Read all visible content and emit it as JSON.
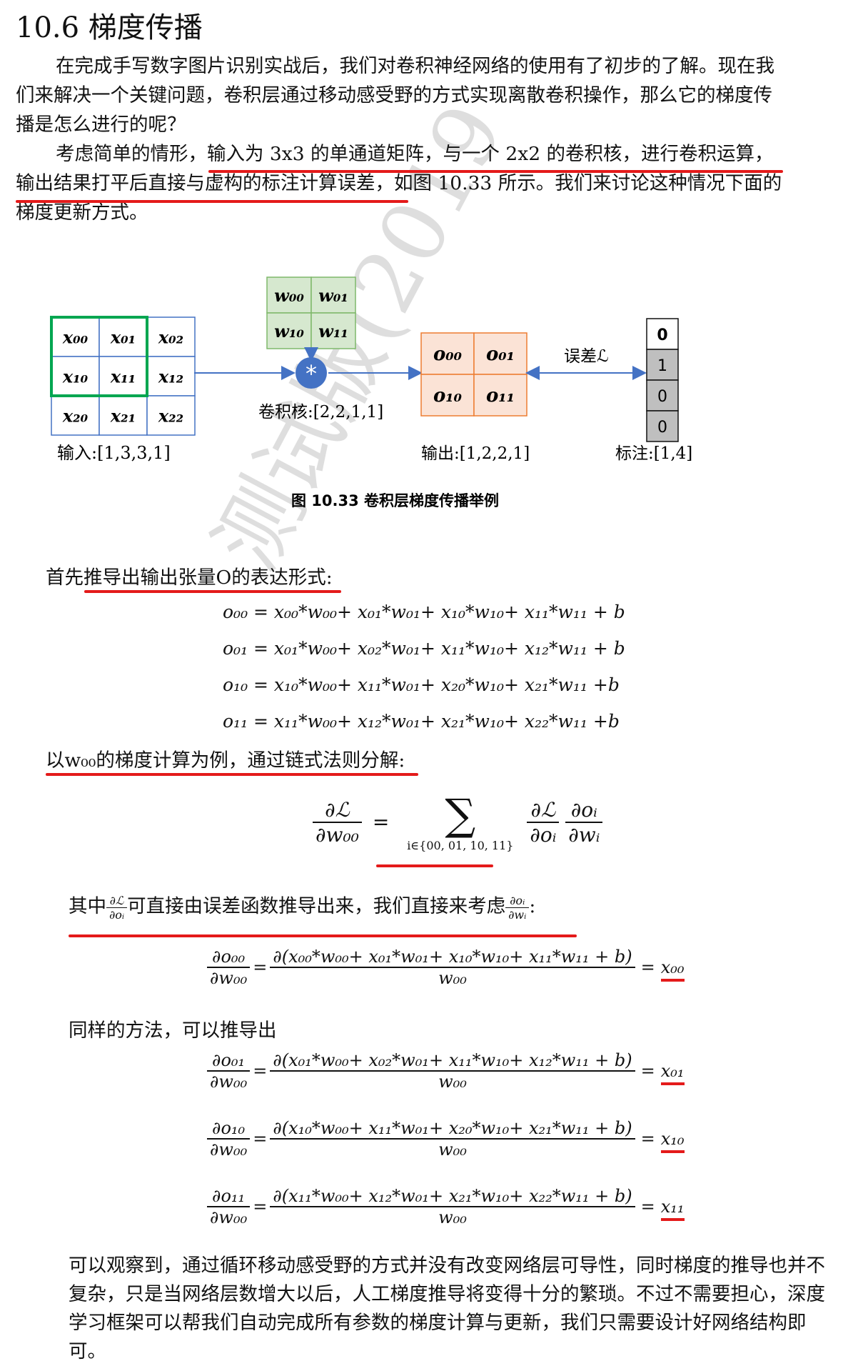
{
  "heading": "10.6 梯度传播",
  "paragraphs": {
    "p1": "在完成手写数字图片识别实战后，我们对卷积神经网络的使用有了初步的了解。现在我们来解决一个关键问题，卷积层通过移动感受野的方式实现离散卷积操作，那么它的梯度传播是怎么进行的呢？",
    "p2a": "考虑简单的情形，",
    "p2b": "输入为 3x3 的单通道矩阵，与一个 2x2 的卷积核，进行卷积运算，",
    "p2c": "输出结果打平后直接与虚构的标注计算误差，",
    "p2d": "如图 10.33 所示。我们来讨论这种情况下面的梯度更新方式。"
  },
  "figure": {
    "input_cells": [
      [
        "x00",
        "x01",
        "x02"
      ],
      [
        "x10",
        "x11",
        "x12"
      ],
      [
        "x20",
        "x21",
        "x22"
      ]
    ],
    "kernel_cells": [
      [
        "w00",
        "w01"
      ],
      [
        "w10",
        "w11"
      ]
    ],
    "conv_symbol": "*",
    "output_cells": [
      [
        "o00",
        "o01"
      ],
      [
        "o10",
        "o11"
      ]
    ],
    "label_values": [
      "0",
      "1",
      "0",
      "0"
    ],
    "input_label": "输入:[1,3,3,1]",
    "kernel_label": "卷积核:[2,2,1,1]",
    "output_label": "输出:[1,2,2,1]",
    "label_label": "标注:[1,4]",
    "error_label": "误差ℒ",
    "caption": "图 10.33  卷积层梯度传播举例",
    "colors": {
      "input_border": "#4472c4",
      "green": "#00a650",
      "kernel_fill": "#d6e8cf",
      "output_fill": "#fbe3d6",
      "output_border": "#ed7d31",
      "label_fill": "#bfbfbf",
      "arrow": "#4472c4"
    }
  },
  "derivation": {
    "intro": "首先推导出输出张量O的表达形式:",
    "eq_lines": [
      "o₀₀ = x₀₀*w₀₀+  x₀₁*w₀₁+  x₁₀*w₁₀+  x₁₁*w₁₁ + b",
      "o₀₁ = x₀₁*w₀₀+  x₀₂*w₀₁+  x₁₁*w₁₀+  x₁₂*w₁₁ + b",
      "o₁₀ = x₁₀*w₀₀+  x₁₁*w₀₁+  x₂₀*w₁₀+  x₂₁*w₁₁  +b",
      "o₁₁ = x₁₁*w₀₀+  x₁₂*w₀₁+  x₂₁*w₁₀+  x₂₂*w₁₁  +b"
    ],
    "chain_intro": "以w₀₀的梯度计算为例，通过链式法则分解:",
    "chain_lhs_num": "∂ℒ",
    "chain_lhs_den": "∂w₀₀",
    "chain_sum_sub": "i∈{00, 01, 10, 11}",
    "chain_r1_num": "∂ℒ",
    "chain_r1_den": "∂oᵢ",
    "chain_r2_num": "∂oᵢ",
    "chain_r2_den": "∂wᵢ",
    "direct_a": "其中",
    "direct_b": "可直接由误差函数推导出来，我们直接来考虑",
    "direct_f1_num": "∂ℒ",
    "direct_f1_den": "∂oᵢ",
    "direct_f2_num": "∂oᵢ",
    "direct_f2_den": "∂wᵢ",
    "same_method": "同样的方法，可以推导出",
    "grads": [
      {
        "lhs_num": "∂o₀₀",
        "rhs_num": "∂(x₀₀*w₀₀+ x₀₁*w₀₁+ x₁₀*w₁₀+ x₁₁*w₁₁ + b)",
        "result": "x₀₀"
      },
      {
        "lhs_num": "∂o₀₁",
        "rhs_num": "∂(x₀₁*w₀₀+ x₀₂*w₀₁+ x₁₁*w₁₀+ x₁₂*w₁₁ + b)",
        "result": "x₀₁"
      },
      {
        "lhs_num": "∂o₁₀",
        "rhs_num": "∂(x₁₀*w₀₀+ x₁₁*w₀₁+ x₂₀*w₁₀+ x₂₁*w₁₁ + b)",
        "result": "x₁₀"
      },
      {
        "lhs_num": "∂o₁₁",
        "rhs_num": "∂(x₁₁*w₀₀+ x₁₂*w₀₁+ x₂₁*w₁₀+ x₂₂*w₁₁ + b)",
        "result": "x₁₁"
      }
    ],
    "grad_lhs_den": "∂w₀₀",
    "grad_rhs_den": "w₀₀"
  },
  "closing": "可以观察到，通过循环移动感受野的方式并没有改变网络层可导性，同时梯度的推导也并不复杂，只是当网络层数增大以后，人工梯度推导将变得十分的繁琐。不过不需要担心，深度学习框架可以帮我们自动完成所有参数的梯度计算与更新，我们只需要设计好网络结构即可。",
  "watermark": "测试版(2019"
}
